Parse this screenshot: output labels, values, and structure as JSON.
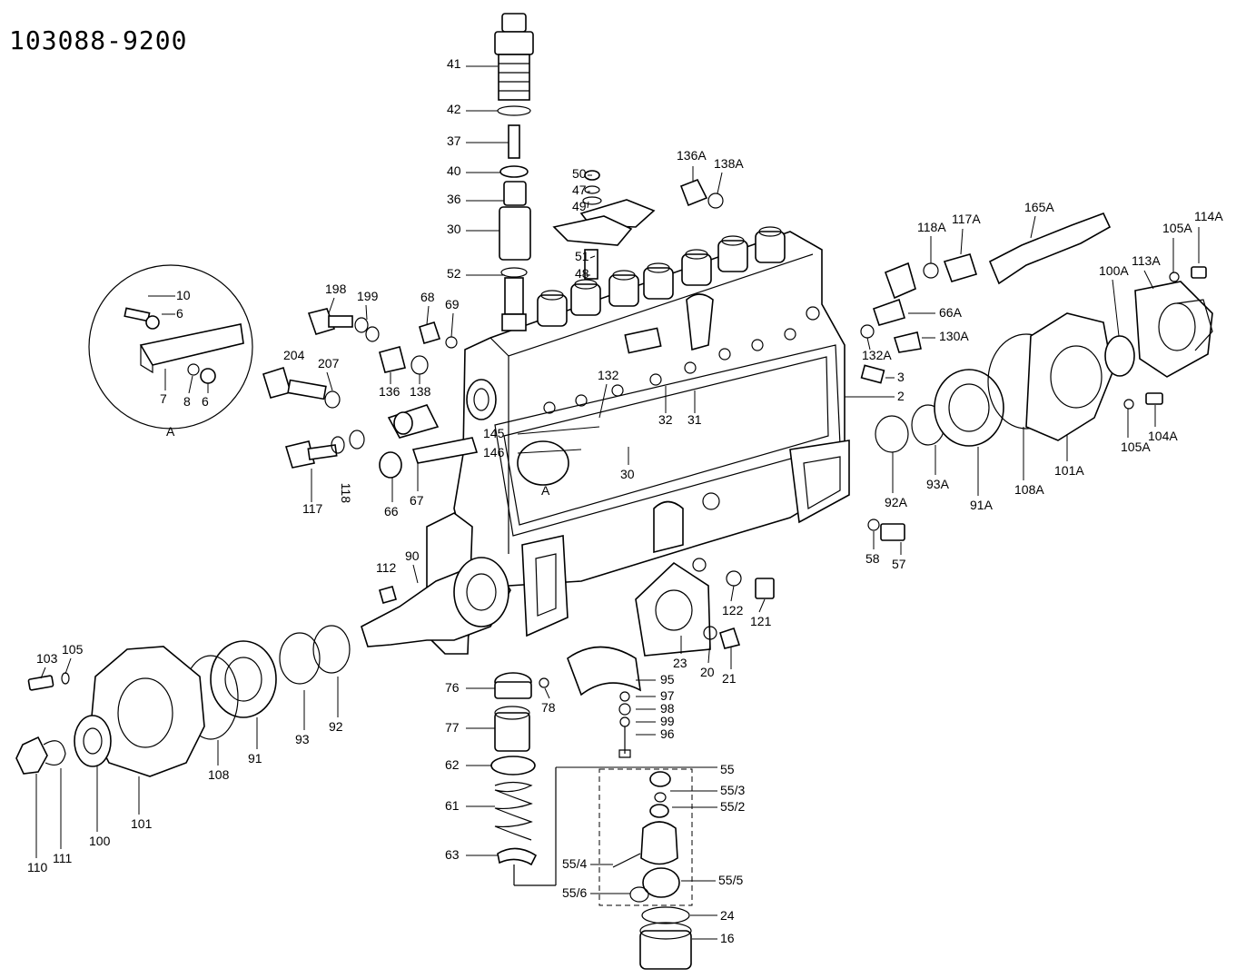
{
  "diagram_title": "103088-9200",
  "parts": [
    {
      "id": "p41",
      "label": "41"
    },
    {
      "id": "p42",
      "label": "42"
    },
    {
      "id": "p37",
      "label": "37"
    },
    {
      "id": "p40",
      "label": "40"
    },
    {
      "id": "p36",
      "label": "36"
    },
    {
      "id": "p30a",
      "label": "30"
    },
    {
      "id": "p52",
      "label": "52"
    },
    {
      "id": "p50",
      "label": "50"
    },
    {
      "id": "p47",
      "label": "47"
    },
    {
      "id": "p49",
      "label": "49"
    },
    {
      "id": "p51",
      "label": "51"
    },
    {
      "id": "p48",
      "label": "48"
    },
    {
      "id": "p136A",
      "label": "136A"
    },
    {
      "id": "p138A",
      "label": "138A"
    },
    {
      "id": "p118A",
      "label": "118A"
    },
    {
      "id": "p117A",
      "label": "117A"
    },
    {
      "id": "p165A",
      "label": "165A"
    },
    {
      "id": "p114A",
      "label": "114A"
    },
    {
      "id": "p105A_top",
      "label": "105A"
    },
    {
      "id": "p113A",
      "label": "113A"
    },
    {
      "id": "p100A",
      "label": "100A"
    },
    {
      "id": "p66A",
      "label": "66A"
    },
    {
      "id": "p130A",
      "label": "130A"
    },
    {
      "id": "p132A",
      "label": "132A"
    },
    {
      "id": "p3",
      "label": "3"
    },
    {
      "id": "p2",
      "label": "2"
    },
    {
      "id": "p10",
      "label": "10"
    },
    {
      "id": "p6a",
      "label": "6"
    },
    {
      "id": "p7",
      "label": "7"
    },
    {
      "id": "p8",
      "label": "8"
    },
    {
      "id": "p6b",
      "label": "6"
    },
    {
      "id": "pA_circle",
      "label": "A"
    },
    {
      "id": "p198",
      "label": "198"
    },
    {
      "id": "p199",
      "label": "199"
    },
    {
      "id": "p68",
      "label": "68"
    },
    {
      "id": "p69",
      "label": "69"
    },
    {
      "id": "p204",
      "label": "204"
    },
    {
      "id": "p207",
      "label": "207"
    },
    {
      "id": "p136",
      "label": "136"
    },
    {
      "id": "p138",
      "label": "138"
    },
    {
      "id": "p132",
      "label": "132"
    },
    {
      "id": "p32",
      "label": "32"
    },
    {
      "id": "p31",
      "label": "31"
    },
    {
      "id": "p145",
      "label": "145"
    },
    {
      "id": "p146",
      "label": "146"
    },
    {
      "id": "p30b",
      "label": "30"
    },
    {
      "id": "pA_body",
      "label": "A"
    },
    {
      "id": "p117",
      "label": "117"
    },
    {
      "id": "p118",
      "label": "118"
    },
    {
      "id": "p66",
      "label": "66"
    },
    {
      "id": "p67",
      "label": "67"
    },
    {
      "id": "p92A",
      "label": "92A"
    },
    {
      "id": "p93A",
      "label": "93A"
    },
    {
      "id": "p91A",
      "label": "91A"
    },
    {
      "id": "p108A",
      "label": "108A"
    },
    {
      "id": "p101A",
      "label": "101A"
    },
    {
      "id": "p105A_bot",
      "label": "105A"
    },
    {
      "id": "p104A",
      "label": "104A"
    },
    {
      "id": "p58",
      "label": "58"
    },
    {
      "id": "p57",
      "label": "57"
    },
    {
      "id": "p112",
      "label": "112"
    },
    {
      "id": "p90",
      "label": "90"
    },
    {
      "id": "p122",
      "label": "122"
    },
    {
      "id": "p121",
      "label": "121"
    },
    {
      "id": "p23",
      "label": "23"
    },
    {
      "id": "p20",
      "label": "20"
    },
    {
      "id": "p21",
      "label": "21"
    },
    {
      "id": "p103",
      "label": "103"
    },
    {
      "id": "p105",
      "label": "105"
    },
    {
      "id": "p108",
      "label": "108"
    },
    {
      "id": "p91",
      "label": "91"
    },
    {
      "id": "p93",
      "label": "93"
    },
    {
      "id": "p92",
      "label": "92"
    },
    {
      "id": "p101",
      "label": "101"
    },
    {
      "id": "p100",
      "label": "100"
    },
    {
      "id": "p110",
      "label": "110"
    },
    {
      "id": "p111",
      "label": "111"
    },
    {
      "id": "p76",
      "label": "76"
    },
    {
      "id": "p78",
      "label": "78"
    },
    {
      "id": "p95",
      "label": "95"
    },
    {
      "id": "p97",
      "label": "97"
    },
    {
      "id": "p98",
      "label": "98"
    },
    {
      "id": "p99",
      "label": "99"
    },
    {
      "id": "p96",
      "label": "96"
    },
    {
      "id": "p77",
      "label": "77"
    },
    {
      "id": "p62",
      "label": "62"
    },
    {
      "id": "p61",
      "label": "61"
    },
    {
      "id": "p63",
      "label": "63"
    },
    {
      "id": "p55",
      "label": "55"
    },
    {
      "id": "p55_3",
      "label": "55/3"
    },
    {
      "id": "p55_2",
      "label": "55/2"
    },
    {
      "id": "p55_4",
      "label": "55/4"
    },
    {
      "id": "p55_5",
      "label": "55/5"
    },
    {
      "id": "p55_6",
      "label": "55/6"
    },
    {
      "id": "p24",
      "label": "24"
    },
    {
      "id": "p16",
      "label": "16"
    }
  ]
}
